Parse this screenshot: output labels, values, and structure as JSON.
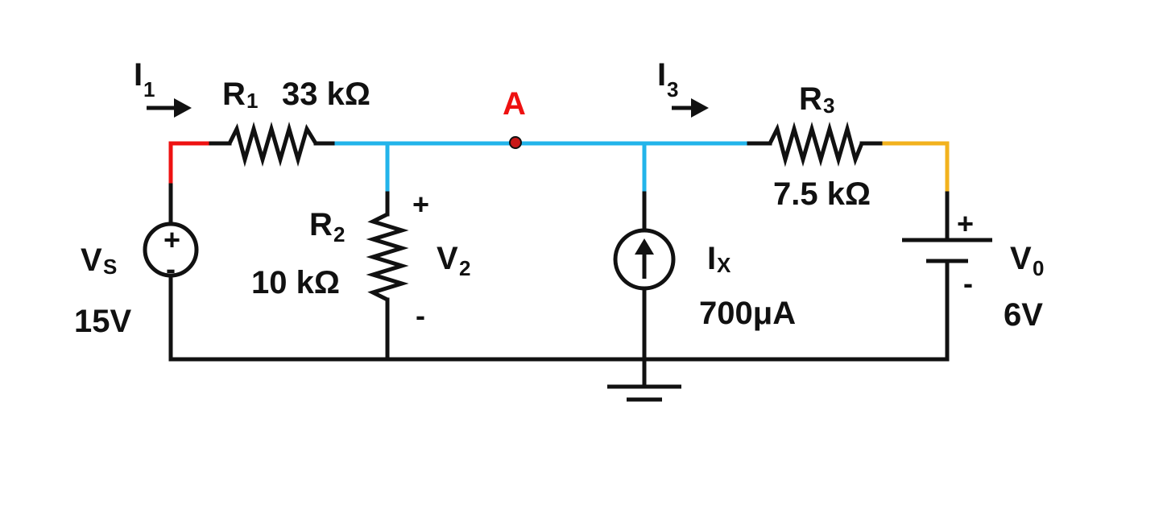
{
  "diagram": {
    "node_a": {
      "label": "A",
      "color": "#ee1111"
    },
    "vs": {
      "symbol": "V",
      "subscript": "S",
      "value": "15V",
      "plus": "+",
      "minus": "-"
    },
    "r1": {
      "symbol": "R",
      "subscript": "1",
      "value": "33 kΩ"
    },
    "r2": {
      "symbol": "R",
      "subscript": "2",
      "value": "10 kΩ"
    },
    "r3": {
      "symbol": "R",
      "subscript": "3",
      "value": "7.5 kΩ"
    },
    "v2": {
      "symbol": "V",
      "subscript": "2",
      "plus": "+",
      "minus": "-"
    },
    "ix": {
      "symbol": "I",
      "subscript": "X",
      "value": "700μA"
    },
    "v0": {
      "symbol": "V",
      "subscript": "0",
      "value": "6V",
      "plus": "+",
      "minus": "-"
    },
    "i1": {
      "symbol": "I",
      "subscript": "1"
    },
    "i3": {
      "symbol": "I",
      "subscript": "3"
    },
    "colors": {
      "wire": "#111111",
      "red_wire": "#ee1111",
      "node_a_wire": "#22b4ea",
      "v0_wire": "#f2b21d"
    }
  }
}
